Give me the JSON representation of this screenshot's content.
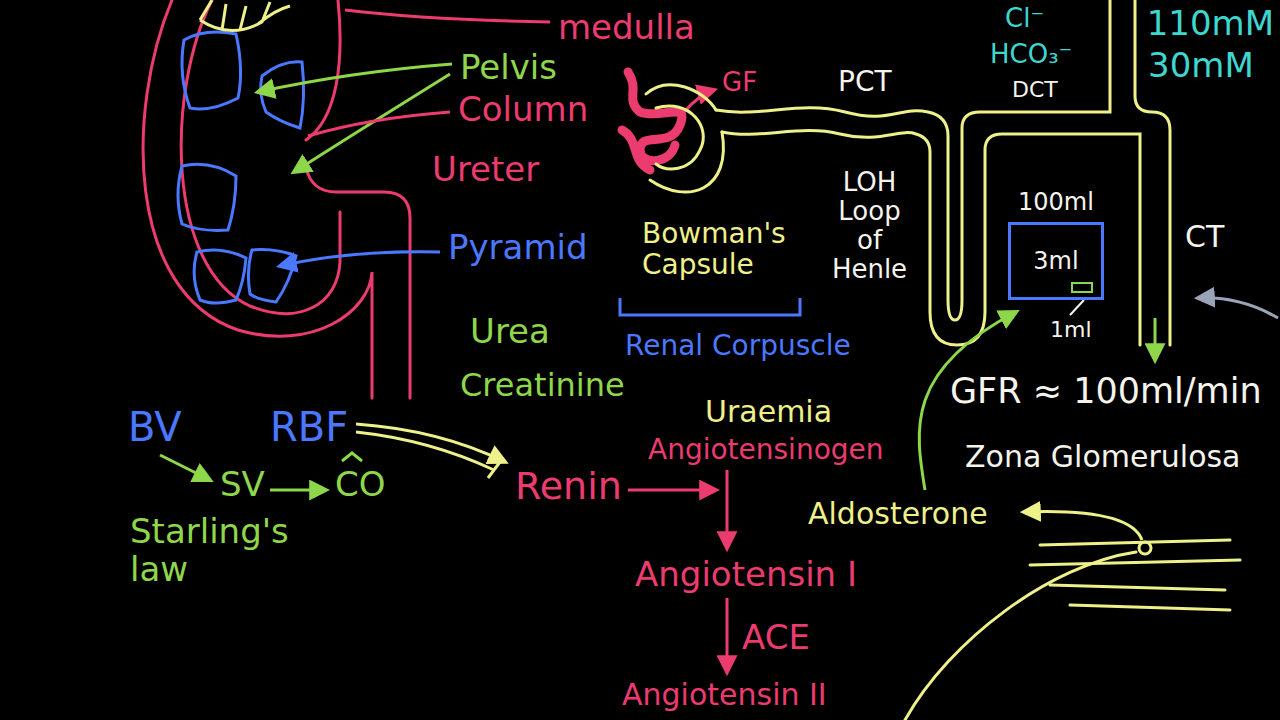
{
  "diagram": {
    "nodes": [
      {
        "text": [
          "100ml",
          "3ml"
        ]
      }
    ],
    "labels": [
      "medulla",
      "Cl⁻",
      "110mM",
      "Pelvis",
      "HCO₃⁻",
      "30mM",
      "GF",
      "PCT",
      "DCT",
      "Column",
      "Ureter",
      "LOH Loop of Henle",
      "CT",
      "Bowman's Capsule",
      "Pyramid",
      "Urea",
      "Renal Corpuscle",
      "1ml",
      "Creatinine",
      "GFR ≈ 100ml/min",
      "BV",
      "RBF",
      "Uraemia",
      "Angiotensinogen",
      "Zona Glomerulosa",
      "SV",
      "CO",
      "Renin",
      "Aldosterone",
      "Starling's law",
      "Angiotensin I",
      "ACE",
      "Angiotensin II"
    ]
  }
}
